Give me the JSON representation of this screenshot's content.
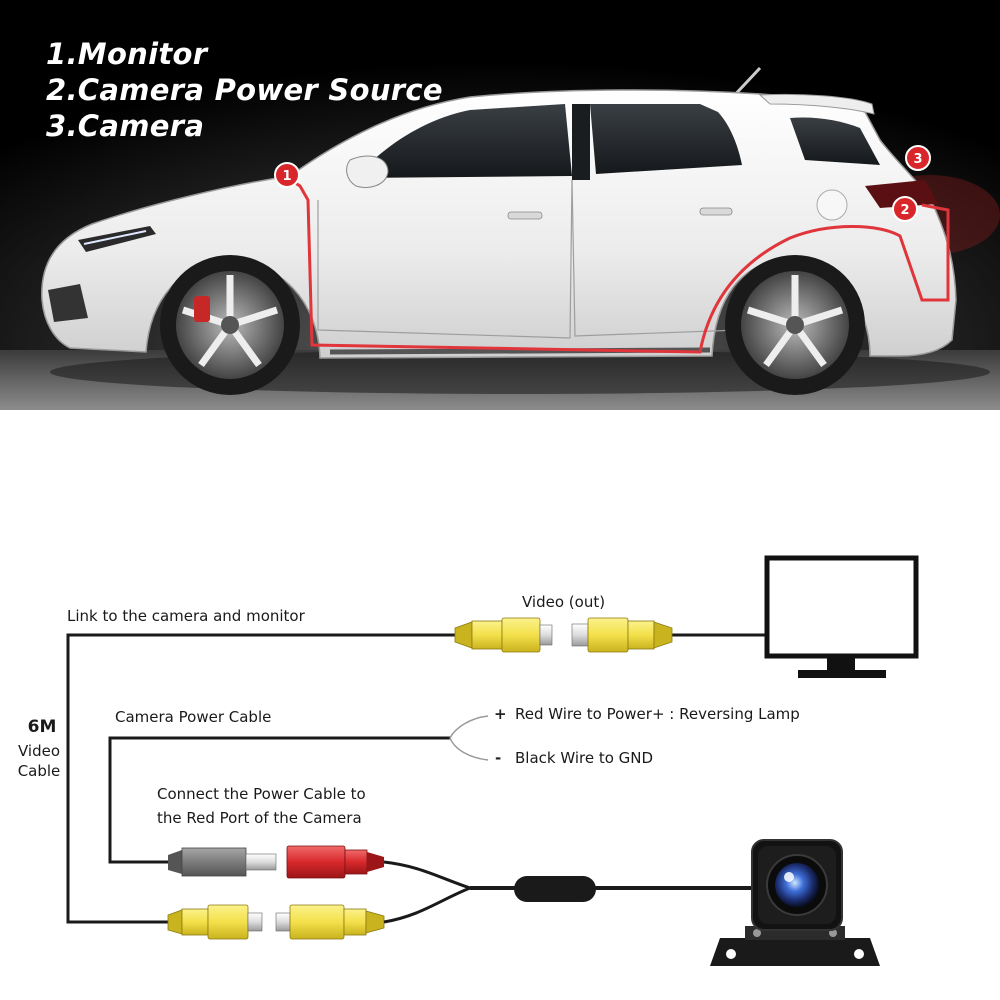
{
  "legend": {
    "item1": "1.Monitor",
    "item2": "2.Camera Power Source",
    "item3": "3.Camera"
  },
  "markers": [
    "1",
    "2",
    "3"
  ],
  "diagram": {
    "link_label": "Link to the camera and monitor",
    "video_out_label": "Video (out)",
    "cable_length": "6M",
    "cable_name_line1": "Video",
    "cable_name_line2": "Cable",
    "power_cable_label": "Camera Power Cable",
    "plus_sign": "+",
    "minus_sign": "-",
    "red_wire_label": "Red Wire to Power+ : Reversing Lamp",
    "black_wire_label": "Black Wire to GND",
    "connect_line1": "Connect the Power Cable to",
    "connect_line2": "the Red Port of the Camera"
  },
  "colors": {
    "background_top": "#000000",
    "car_body": "#f4f4f4",
    "route_line": "#e0353a",
    "marker": "#d9262b",
    "yellow_plug": "#f3e04a",
    "red_plug": "#d8292c",
    "gray_plug": "#7b7b7b",
    "wire": "#1a1a1a"
  }
}
